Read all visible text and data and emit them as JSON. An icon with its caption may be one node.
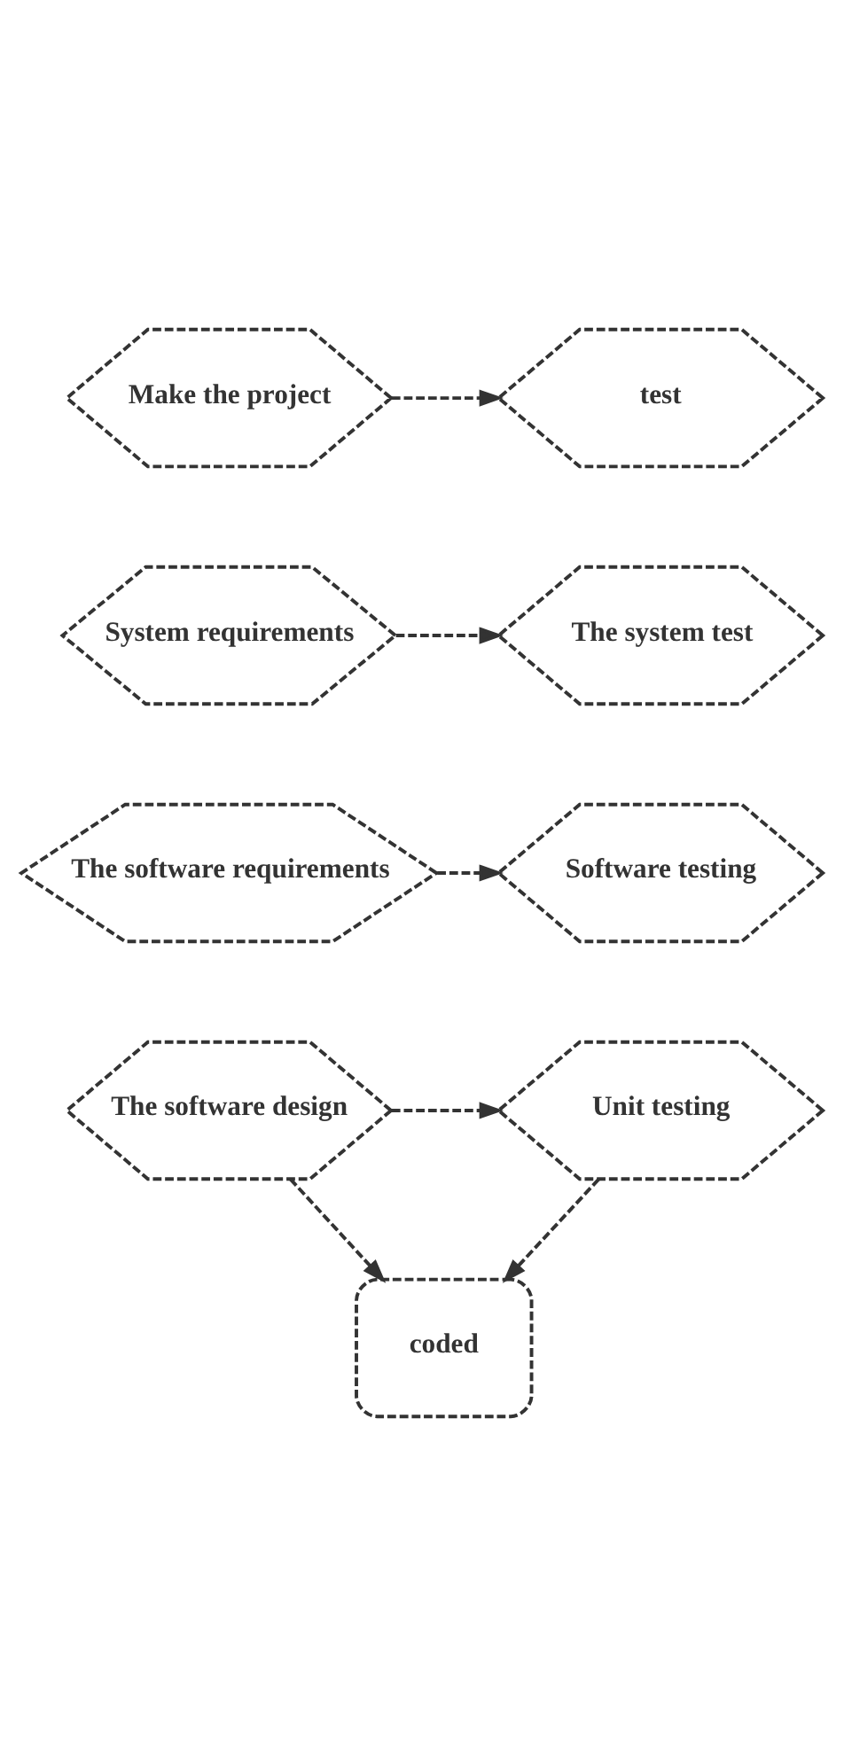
{
  "diagram": {
    "nodes": [
      {
        "text": [
          "Make the project"
        ]
      },
      {
        "text": [
          "test"
        ]
      },
      {
        "text": [
          "System requirements"
        ]
      },
      {
        "text": [
          "The system test"
        ]
      },
      {
        "text": [
          "The software requirements"
        ]
      },
      {
        "text": [
          "Software testing"
        ]
      },
      {
        "text": [
          "The software design"
        ]
      },
      {
        "text": [
          "Unit testing"
        ]
      },
      {
        "text": [
          "coded"
        ]
      }
    ],
    "edges": [
      {
        "from": 0,
        "to": 1,
        "arrow": "to",
        "style": "dashed"
      },
      {
        "from": 2,
        "to": 3,
        "arrow": "to",
        "style": "dashed"
      },
      {
        "from": 4,
        "to": 5,
        "arrow": "to",
        "style": "dashed"
      },
      {
        "from": 6,
        "to": 7,
        "arrow": "to",
        "style": "dashed"
      },
      {
        "from": 6,
        "to": 8,
        "arrow": "to",
        "style": "dashed"
      },
      {
        "from": 7,
        "to": 8,
        "arrow": "to",
        "style": "dashed"
      }
    ]
  }
}
